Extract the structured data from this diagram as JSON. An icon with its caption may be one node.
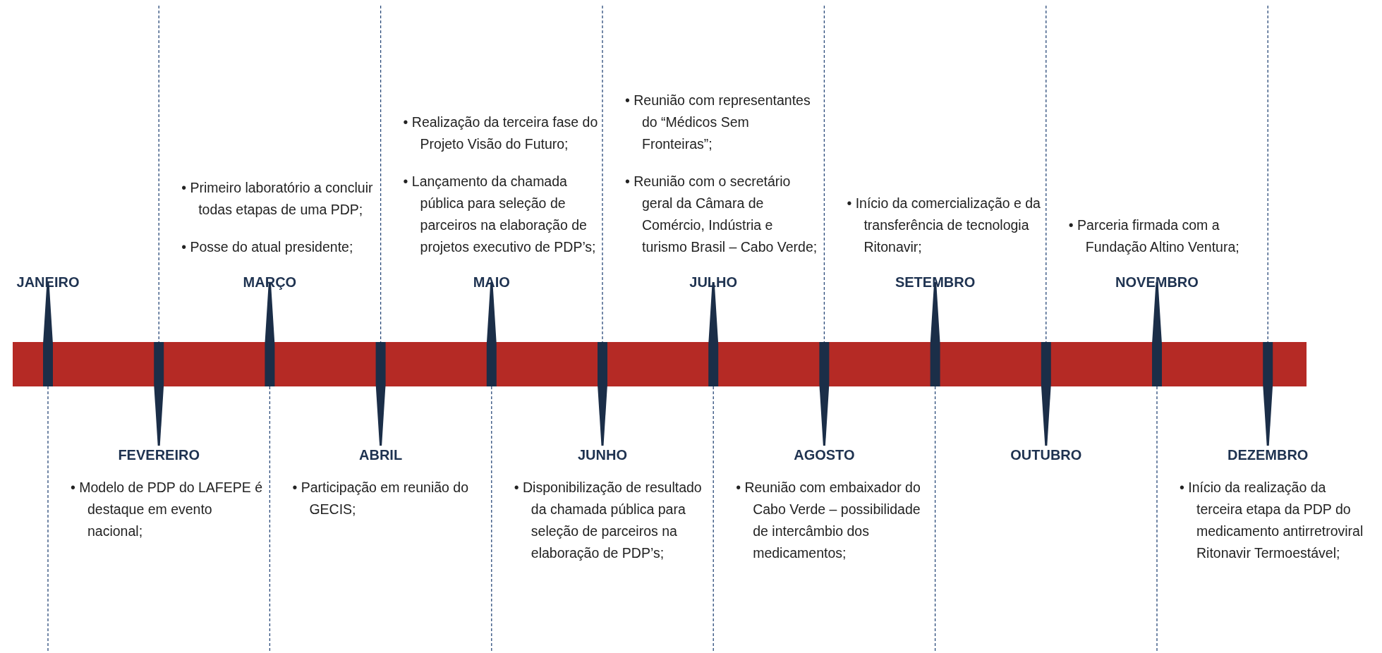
{
  "diagram": {
    "nodes": [
      {
        "text": [
          "JANEIRO"
        ]
      },
      {
        "text": [
          "FEVEREIRO",
          "• Modelo de PDP do LAFEPE é destaque em evento nacional;"
        ]
      },
      {
        "text": [
          "• Primeiro laboratório a concluir todas etapas de uma PDP;",
          "• Posse do atual presidente;",
          "MARÇO"
        ]
      },
      {
        "text": [
          "ABRIL",
          "• Participação em reunião do GECIS;"
        ]
      },
      {
        "text": [
          "• Realização da terceira fase do Projeto Visão do Futuro;",
          "• Lançamento da chamada pública para seleção de parceiros na elaboração de projetos executivo de PDP’s;",
          "MAIO"
        ]
      },
      {
        "text": [
          "JUNHO",
          "• Disponibilização de resultado da chamada pública para seleção de parceiros na elaboração de PDP’s;"
        ]
      },
      {
        "text": [
          "• Reunião com representantes do “Médicos Sem Fronteiras”;",
          "• Reunião com o secretário geral da Câmara de Comércio, Indústria e turismo Brasil – Cabo Verde;",
          "JULHO"
        ]
      },
      {
        "text": [
          "AGOSTO",
          "• Reunião com embaixador do Cabo Verde – possibilidade de intercâmbio dos medicamentos;"
        ]
      },
      {
        "text": [
          "• Início da comercialização e da transferência de tecnologia Ritonavir;",
          "SETEMBRO"
        ]
      },
      {
        "text": [
          "OUTUBRO"
        ]
      },
      {
        "text": [
          "• Parceria firmada com a Fundação Altino Ventura;",
          "NOVEMBRO"
        ]
      },
      {
        "text": [
          "DEZEMBRO",
          "• Início da realização da terceira etapa da PDP do medicamento antirretroviral Ritonavir Termoestável;"
        ]
      }
    ]
  }
}
